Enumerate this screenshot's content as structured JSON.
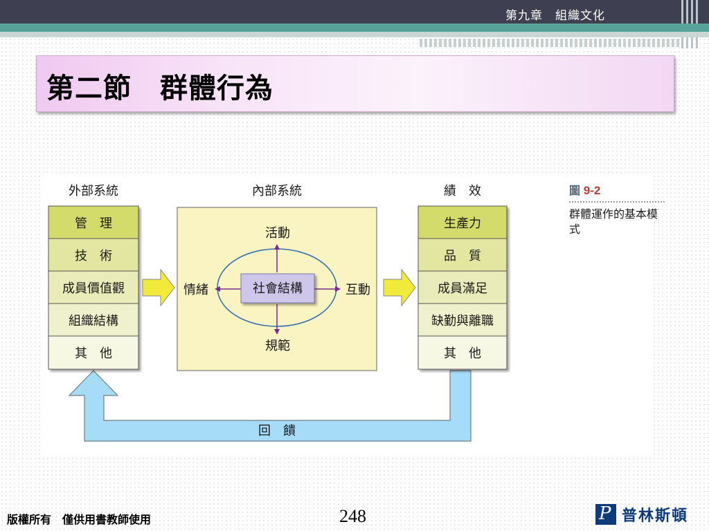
{
  "header": {
    "chapter": "第九章　組織文化"
  },
  "slide": {
    "title": "第二節　群體行為"
  },
  "diagram": {
    "external": {
      "heading": "外部系統",
      "items": [
        "管　理",
        "技　術",
        "成員價值觀",
        "組織結構",
        "其　他"
      ]
    },
    "internal": {
      "heading": "內部系統",
      "center": "社會結構",
      "top": "活動",
      "bottom": "規範",
      "left": "情緒",
      "right": "互動"
    },
    "performance": {
      "heading": "績　效",
      "items": [
        "生產力",
        "品　質",
        "成員滿足",
        "缺勤與離職",
        "其　他"
      ]
    },
    "feedback": "回　饋",
    "colors": {
      "box_green": "#d3db6b",
      "box_light": "#f3f4d4",
      "inner": "#faf3c2",
      "arrow_yellow": "#f2ea3a",
      "feedback_blue": "#a7dcf8"
    }
  },
  "figure": {
    "number_prefix": "圖",
    "number": "9-2",
    "caption": "群體運作的基本模式"
  },
  "footer": {
    "copyright": "版權所有　僅供用書教師使用",
    "page": "248",
    "publisher": "普林斯頓",
    "logo_letter": "P"
  }
}
